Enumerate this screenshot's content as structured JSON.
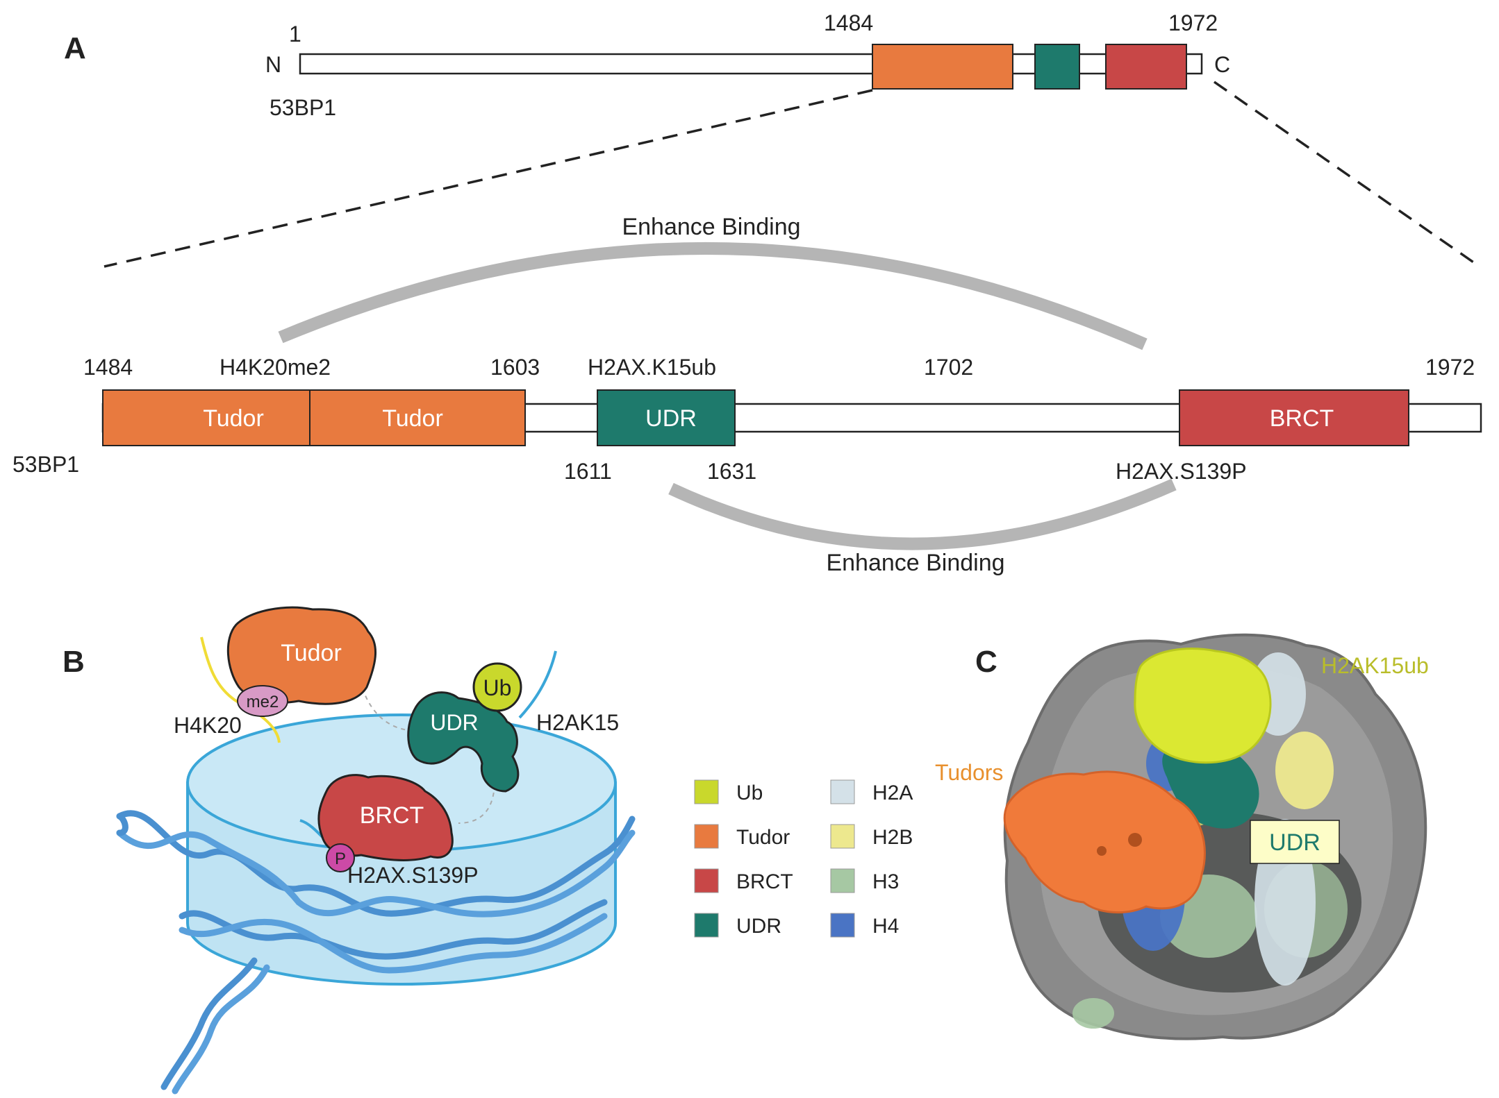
{
  "panel_a": {
    "letter": "A",
    "top_bar": {
      "n_label": "N",
      "c_label": "C",
      "start_label": "1",
      "mid_label": "1484",
      "end_label": "1972",
      "protein_label": "53BP1"
    },
    "zoom_bar": {
      "protein_label": "53BP1",
      "domains": {
        "tudor1": "Tudor",
        "tudor2": "Tudor",
        "udr": "UDR",
        "brct": "BRCT"
      },
      "positions": {
        "p1484": "1484",
        "p1603": "1603",
        "p1702": "1702",
        "p1972": "1972",
        "p1611": "1611",
        "p1631": "1631"
      },
      "sites": {
        "h4k20me2": "H4K20me2",
        "h2ax_k15ub": "H2AX.K15ub",
        "h2ax_s139p": "H2AX.S139P"
      },
      "arc_top_label": "Enhance Binding",
      "arc_bottom_label": "Enhance Binding"
    }
  },
  "panel_b": {
    "letter": "B",
    "labels": {
      "tudor": "Tudor",
      "me2": "me2",
      "h4k20": "H4K20",
      "udr": "UDR",
      "ub": "Ub",
      "h2ak15": "H2AK15",
      "brct": "BRCT",
      "p": "P",
      "h2ax_s139p": "H2AX.S139P"
    }
  },
  "legend": {
    "items": [
      {
        "label": "Ub",
        "color": "#c9d82c"
      },
      {
        "label": "Tudor",
        "color": "#e87a3f"
      },
      {
        "label": "BRCT",
        "color": "#c84747"
      },
      {
        "label": "UDR",
        "color": "#1e7a6c"
      },
      {
        "label": "H2A",
        "color": "#d4e1e8"
      },
      {
        "label": "H2B",
        "color": "#ede88e"
      },
      {
        "label": "H3",
        "color": "#a6c8a3"
      },
      {
        "label": "H4",
        "color": "#4a74c4"
      }
    ]
  },
  "panel_c": {
    "letter": "C",
    "labels": {
      "h2ak15ub": "H2AK15ub",
      "tudors": "Tudors",
      "udr": "UDR"
    }
  },
  "colors": {
    "tudor": "#e87a3f",
    "udr": "#1e7a6c",
    "brct": "#c84747",
    "ub": "#c9d82c",
    "arc": "#b5b5b5",
    "nucleosome": "#bfe3f3",
    "nucleosome_edge": "#3aa6d8",
    "dna": "#4a90d0",
    "me2": "#d89ac6",
    "phos": "#cc4aa6",
    "udr_label_text": "#1e7a6c",
    "ub_label_text": "#b9bd2a",
    "tudor_label_text": "#e8902e"
  }
}
